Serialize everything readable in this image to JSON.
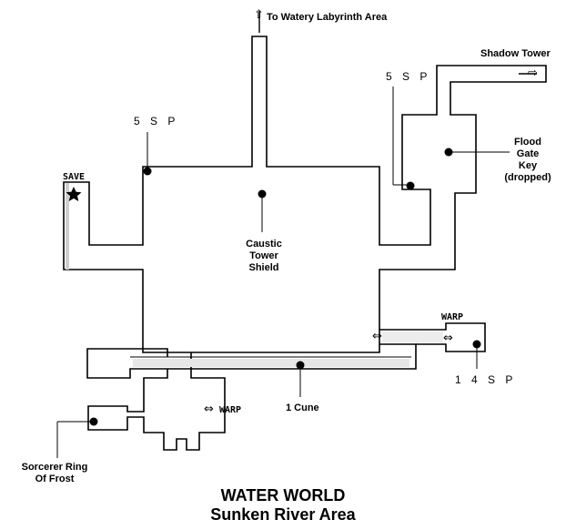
{
  "map": {
    "title": "WATER WORLD",
    "subtitle": "Sunken River Area",
    "exits": {
      "north": "To Watery Labyrinth Area",
      "east": "Shadow Tower"
    },
    "markers": {
      "save": "SAVE",
      "warp_right": "WARP",
      "warp_bottom": "WARP"
    },
    "items": {
      "sp_left": "5 S P",
      "sp_top_right": "5 S P",
      "flood_gate_key": [
        "Flood",
        "Gate",
        "Key",
        "(dropped)"
      ],
      "caustic_tower_shield": [
        "Caustic",
        "Tower",
        "Shield"
      ],
      "sp_warp": "1 4 S P",
      "cune": "1 Cune",
      "sorcerer_ring": [
        "Sorcerer Ring",
        "Of Frost"
      ]
    },
    "icons": {
      "save_marker": "star-icon",
      "exit_arrow": "arrow-icon",
      "warp_symbol": "double-arrow-icon",
      "item_location": "dot-icon"
    },
    "colors": {
      "wall": "#000000",
      "floor": "#ffffff",
      "corridor": "#e6e6e6"
    }
  }
}
